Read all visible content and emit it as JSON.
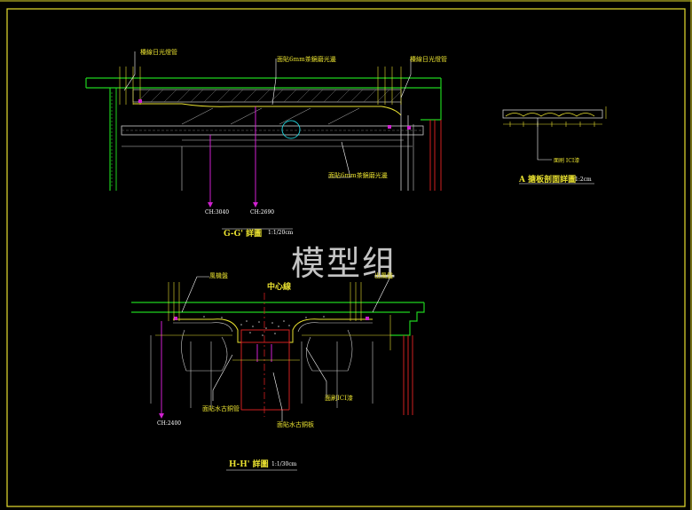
{
  "drawing": {
    "watermark": "模型组",
    "colors": {
      "background": "#000000",
      "frame": "#e8e030",
      "green": "#1fd21f",
      "white": "#ffffff",
      "magenta": "#d020d0",
      "cyan": "#20c8d0",
      "red": "#d02020",
      "yellow": "#e8e030"
    }
  },
  "detail_gg": {
    "title": "G-G' 詳圖",
    "scale": "1:1/20cm",
    "labels": {
      "top_left": "檯線日光燈管",
      "top_mid": "面貼6mm茶鏡磨光邊",
      "top_right": "檯線日光燈管",
      "bottom_right": "面貼6mm茶鏡磨光邊",
      "dim_left": "CH:3040",
      "dim_mid": "CH:2690"
    }
  },
  "detail_a": {
    "title": "A 搪板剖面詳圖",
    "scale": "1:2cm",
    "note": "面刷 ICI漆"
  },
  "detail_hh": {
    "title": "H-H' 詳圖",
    "scale": "1:1/30cm",
    "center_line": "中心線",
    "labels": {
      "left_top": "風機盤",
      "right_top": "出風盤",
      "bottom_left": "面貼水古銅管",
      "bottom_mid": "面貼水古銅板",
      "bottom_right": "面刷ICI漆",
      "dim_left": "CH:2400"
    }
  }
}
